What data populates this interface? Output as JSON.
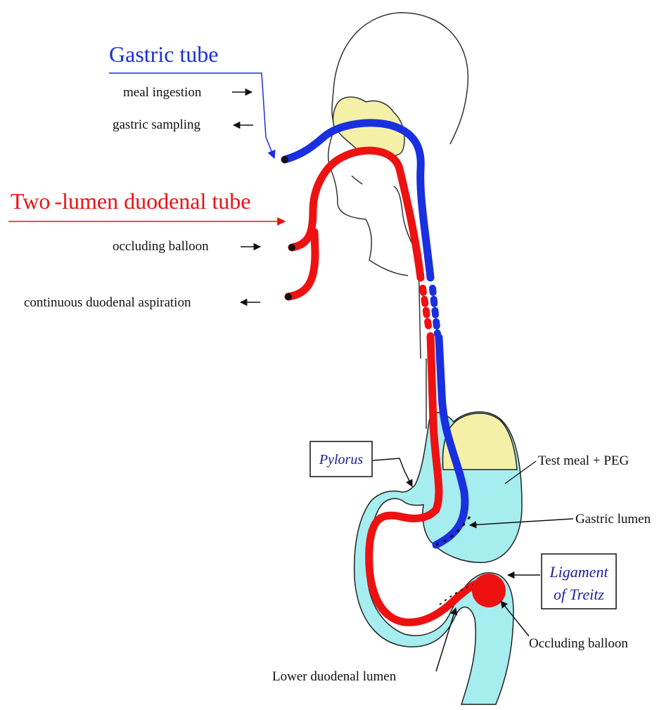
{
  "titles": {
    "gastric_tube": "Gastric tube",
    "duodenal_prefix": "Two",
    "duodenal_dash": "-",
    "duodenal_rest": "lumen duodenal tube"
  },
  "labels": {
    "meal_ingestion": "meal ingestion",
    "gastric_sampling": "gastric sampling",
    "occluding_balloon_port": "occluding balloon",
    "continuous_aspiration": "continuous duodenal aspiration",
    "pylorus": "Pylorus",
    "test_meal": "Test meal + PEG",
    "gastric_lumen": "Gastric lumen",
    "ligament_line1": "Ligament",
    "ligament_line2": "of Treitz",
    "occluding_balloon": "Occluding balloon",
    "lower_duodenal_lumen": "Lower duodenal lumen"
  },
  "colors": {
    "gastric_tube": "#1a2fe0",
    "duodenal_tube": "#ee1111",
    "stomach_fill": "#a6edf0",
    "food_fill": "#f4f0a8",
    "pylorus_text": "#1d1d9a",
    "outline": "#333333"
  }
}
